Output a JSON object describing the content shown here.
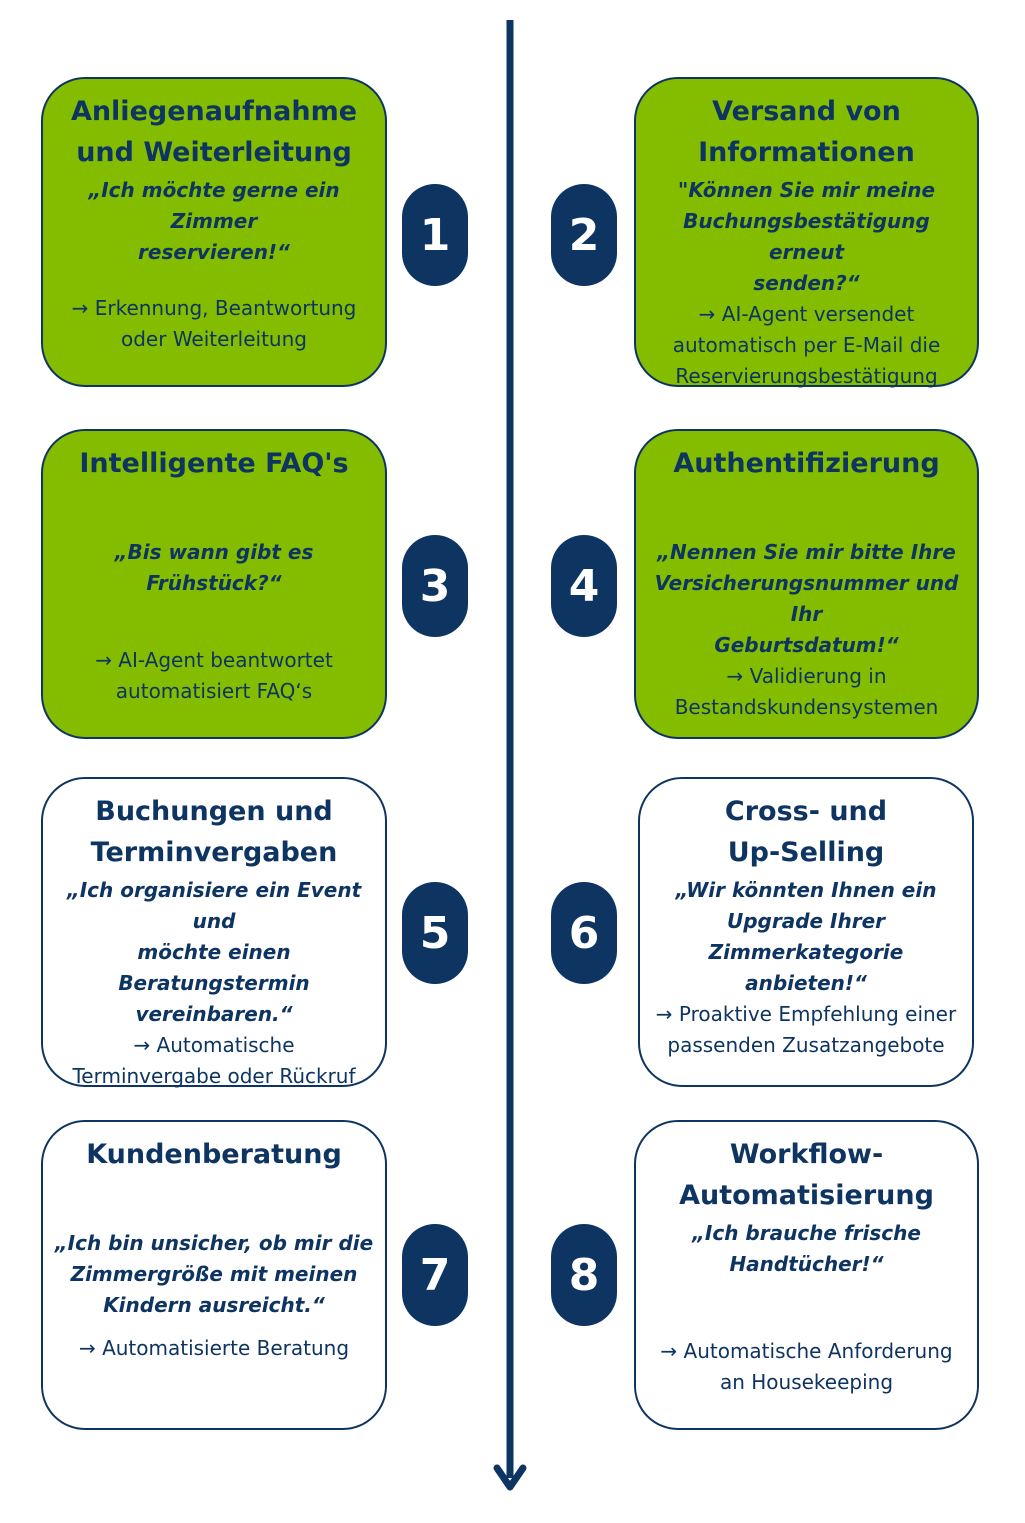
{
  "colors": {
    "navy": "#0e3462",
    "green": "#84bd00",
    "white": "#ffffff"
  },
  "steps": [
    {
      "number": "1",
      "title": "Anliegenaufnahme\nund Weiterleitung",
      "quote": "„Ich möchte gerne ein Zimmer\nreservieren!“",
      "result": "→ Erkennung, Beantwortung\noder Weiterleitung"
    },
    {
      "number": "2",
      "title": "Versand von\nInformationen",
      "quote": "\"Können Sie mir meine\nBuchungsbestätigung erneut\nsenden?“",
      "result": "→ AI-Agent versendet\nautomatisch per E-Mail die\nReservierungsbestätigung"
    },
    {
      "number": "3",
      "title": "Intelligente FAQ's",
      "quote": "„Bis wann gibt es Frühstück?“",
      "result": "→ AI-Agent beantwortet\nautomatisiert FAQ‘s"
    },
    {
      "number": "4",
      "title": "Authentifizierung",
      "quote": "„Nennen Sie mir bitte Ihre\nVersicherungsnummer und Ihr\nGeburtsdatum!“",
      "result": "→ Validierung in\nBestandskundensystemen"
    },
    {
      "number": "5",
      "title": "Buchungen und\nTerminvergaben",
      "quote": "„Ich organisiere ein Event und\nmöchte einen Beratungstermin\nvereinbaren.“",
      "result": "→ Automatische\nTerminvergabe oder Rückruf"
    },
    {
      "number": "6",
      "title": "Cross- und\nUp-Selling",
      "quote": "„Wir könnten Ihnen ein\nUpgrade Ihrer\nZimmerkategorie anbieten!“",
      "result": "→ Proaktive Empfehlung einer\npassenden Zusatzangebote"
    },
    {
      "number": "7",
      "title": "Kundenberatung",
      "quote": "„Ich bin unsicher, ob mir die\nZimmergröße mit meinen\nKindern ausreicht.“",
      "result": "→ Automatisierte Beratung"
    },
    {
      "number": "8",
      "title": "Workflow-\nAutomatisierung",
      "quote": "„Ich brauche frische\nHandtücher!“",
      "result": "→ Automatische Anforderung\nan Housekeeping"
    }
  ]
}
